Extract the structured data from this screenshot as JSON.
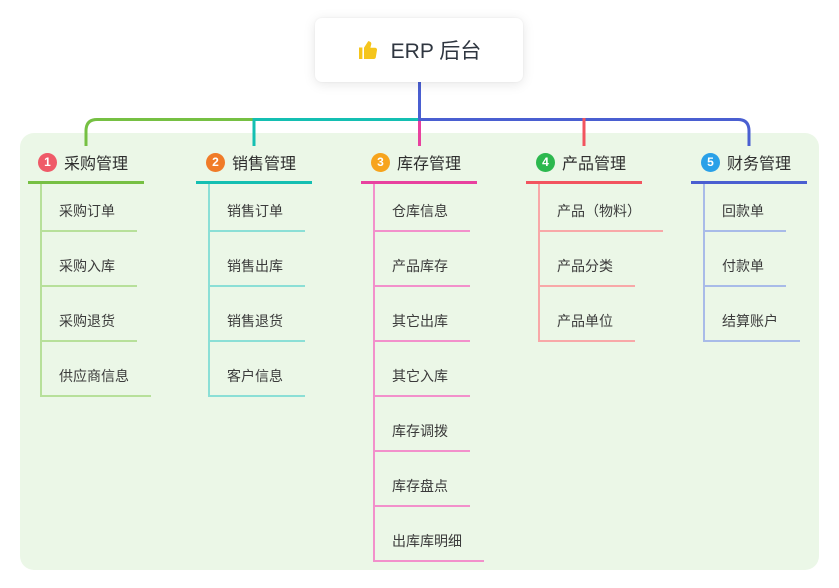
{
  "root": {
    "label": "ERP 后台",
    "icon": "thumbs-up-icon",
    "stem_color": "#4a5fd1",
    "icon_color": "#f5c51c"
  },
  "canvas": {
    "background": "#ffffff",
    "panel_color": "#ebf7e7"
  },
  "branches": [
    {
      "index": "1",
      "label": "采购管理",
      "badge_color": "#ef5a68",
      "line_color": "#76c043",
      "light_color": "#b7e09a",
      "children": [
        "采购订单",
        "采购入库",
        "采购退货",
        "供应商信息"
      ]
    },
    {
      "index": "2",
      "label": "销售管理",
      "badge_color": "#f07b28",
      "line_color": "#14bfb2",
      "light_color": "#8bdfd6",
      "children": [
        "销售订单",
        "销售出库",
        "销售退货",
        "客户信息"
      ]
    },
    {
      "index": "3",
      "label": "库存管理",
      "badge_color": "#f7a41d",
      "line_color": "#e8419f",
      "light_color": "#f290cb",
      "children": [
        "仓库信息",
        "产品库存",
        "其它出库",
        "其它入库",
        "库存调拨",
        "库存盘点",
        "出库库明细"
      ]
    },
    {
      "index": "4",
      "label": "产品管理",
      "badge_color": "#2cb84e",
      "line_color": "#f2545f",
      "light_color": "#f8a8a8",
      "children": [
        "产品（物料）",
        "产品分类",
        "产品单位"
      ]
    },
    {
      "index": "5",
      "label": "财务管理",
      "badge_color": "#29a0e8",
      "line_color": "#4a5fd1",
      "light_color": "#a8bbe8",
      "children": [
        "回款单",
        "付款单",
        "结算账户"
      ]
    }
  ]
}
